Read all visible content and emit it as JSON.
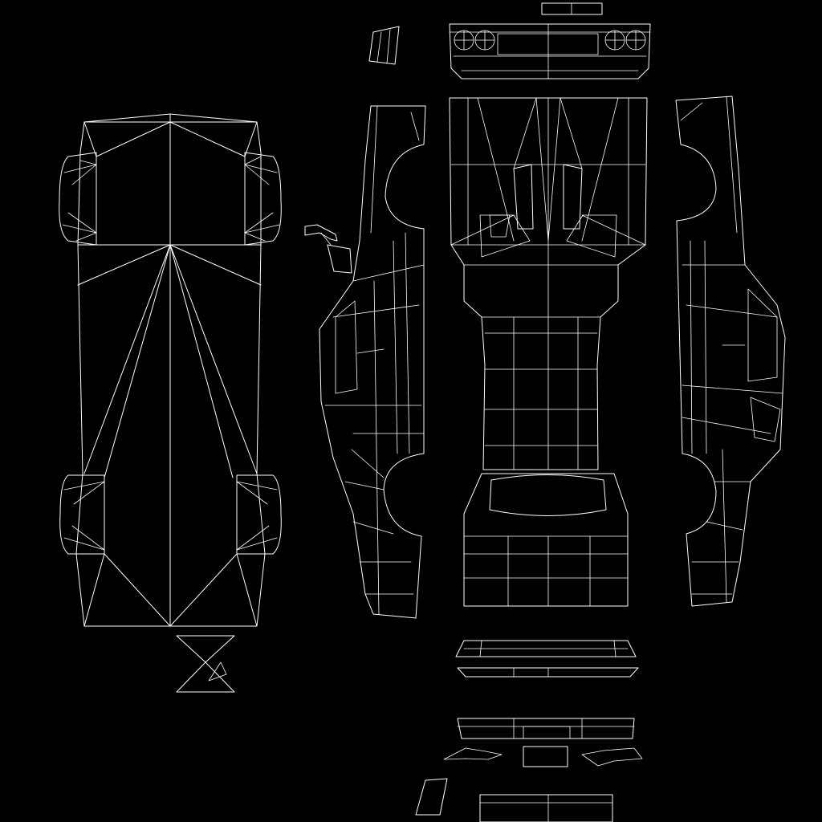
{
  "canvas": {
    "background": "#000000",
    "line_color": "#ffffff"
  },
  "islands": [
    {
      "id": "underbody",
      "kind": "uv-island"
    },
    {
      "id": "underbody-wheel-wells",
      "kind": "uv-island"
    },
    {
      "id": "small-wedge-part",
      "kind": "uv-island"
    },
    {
      "id": "mirror-part",
      "kind": "uv-island"
    },
    {
      "id": "side-left",
      "kind": "uv-island"
    },
    {
      "id": "top-body",
      "kind": "uv-island"
    },
    {
      "id": "side-right",
      "kind": "uv-island"
    },
    {
      "id": "front-fascia",
      "kind": "uv-island"
    },
    {
      "id": "rear-bumper-strips",
      "kind": "uv-island"
    },
    {
      "id": "rear-fascia",
      "kind": "uv-island"
    },
    {
      "id": "small-parts",
      "kind": "uv-island"
    }
  ]
}
